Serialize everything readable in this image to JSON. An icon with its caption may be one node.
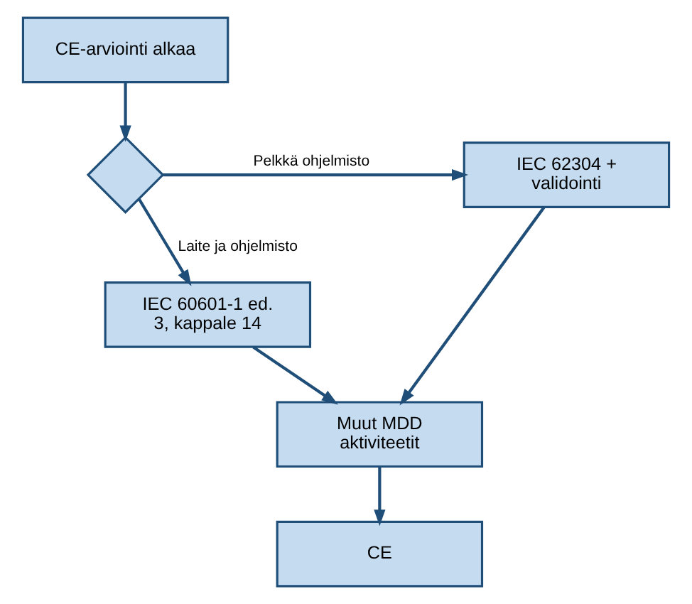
{
  "diagram": {
    "nodes": [
      {
        "text": [
          "CE-arviointi alkaa"
        ]
      },
      {
        "text": [],
        "shape": "diamond"
      },
      {
        "text": [
          "IEC 62304 + validointi"
        ]
      },
      {
        "text": [
          "IEC 60601-1 ed. 3, kappale 14"
        ]
      },
      {
        "text": [
          "Muut MDD aktiviteetit"
        ]
      },
      {
        "text": [
          "CE"
        ]
      }
    ],
    "edges": [
      {
        "from": 0,
        "to": 1,
        "arrow": "to"
      },
      {
        "from": 1,
        "to": 2,
        "arrow": "to",
        "label": "Pelkkä ohjelmisto"
      },
      {
        "from": 1,
        "to": 3,
        "arrow": "to",
        "label": "Laite ja ohjelmisto"
      },
      {
        "from": 3,
        "to": 4,
        "arrow": "to"
      },
      {
        "from": 2,
        "to": 4,
        "arrow": "to"
      },
      {
        "from": 4,
        "to": 5,
        "arrow": "to"
      }
    ]
  }
}
